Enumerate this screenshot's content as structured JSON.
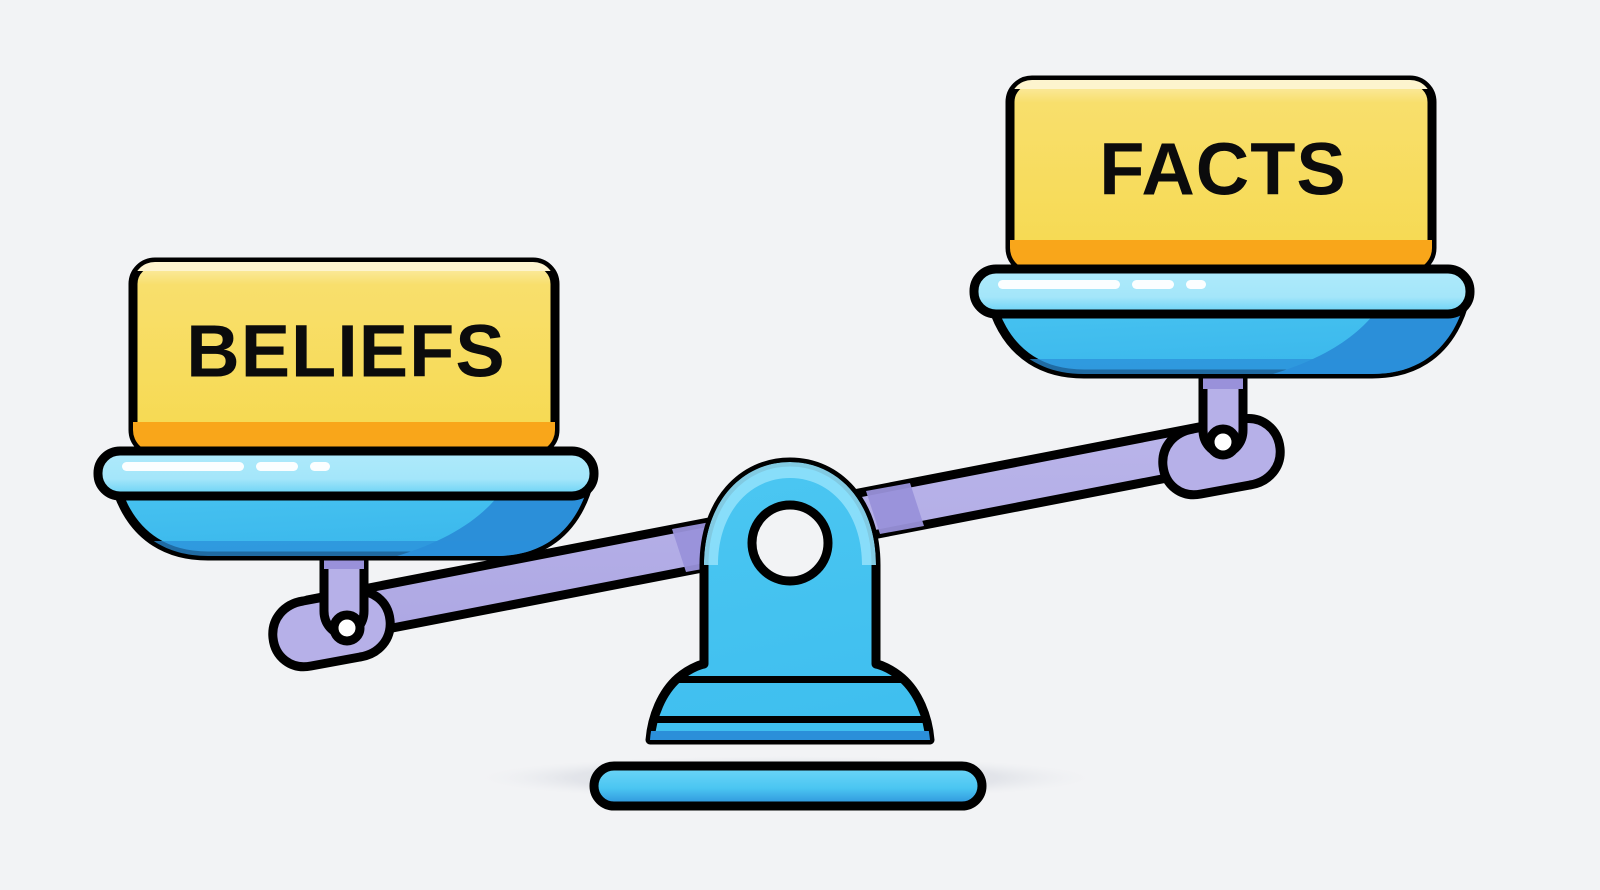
{
  "scene": {
    "title": "Beliefs versus Facts balance scale",
    "background_color": "#F2F3F5",
    "outline_color": "#000000",
    "ground_shadow_color": "#D4D7DE"
  },
  "scale": {
    "beam": {
      "name": "balance-beam",
      "fill": "#B6B0E8",
      "shade_fill": "#9991DA",
      "tilt": "right side raised, left side lowered"
    },
    "pillar": {
      "name": "center-pillar",
      "fill": "#47C2F0",
      "highlight_fill": "#8FE0FB",
      "shade_fill": "#2B8FD9",
      "pivot_hole_fill": "#F2F3F5"
    },
    "foot": {
      "name": "base-foot",
      "fill": "#63D0F5",
      "shade_fill": "#2B8FD9"
    }
  },
  "pans": [
    {
      "id": "beliefs",
      "side": "left",
      "name": "pan-beliefs",
      "label": "BELIEFS",
      "state": "lowered",
      "card": {
        "fill": "#F7DC5F",
        "highlight_fill": "#FBEEB0",
        "band_fill": "#F9A61A"
      },
      "rim": {
        "fill": "#A8E8FB",
        "shade_fill": "#63D0F5",
        "dash_fill": "#FFFFFF"
      },
      "bowl": {
        "fill": "#45C3F0",
        "shade_fill": "#2B8FD9"
      },
      "hanger": {
        "fill": "#B6B0E8",
        "shade_fill": "#9991DA",
        "pin_fill": "#FFFFFF"
      }
    },
    {
      "id": "facts",
      "side": "right",
      "name": "pan-facts",
      "label": "FACTS",
      "state": "raised",
      "card": {
        "fill": "#F7DC5F",
        "highlight_fill": "#FBEEB0",
        "band_fill": "#F9A61A"
      },
      "rim": {
        "fill": "#A8E8FB",
        "shade_fill": "#63D0F5",
        "dash_fill": "#FFFFFF"
      },
      "bowl": {
        "fill": "#45C3F0",
        "shade_fill": "#2B8FD9"
      },
      "hanger": {
        "fill": "#B6B0E8",
        "shade_fill": "#9991DA",
        "pin_fill": "#FFFFFF"
      }
    }
  ]
}
